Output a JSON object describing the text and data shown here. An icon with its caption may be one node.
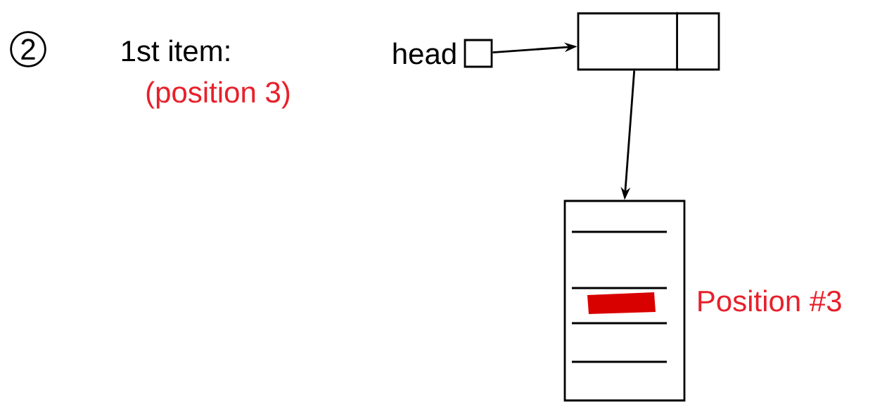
{
  "diagram": {
    "nodes": [
      {
        "text": [],
        "shape": "box",
        "beside": [
          "head"
        ]
      },
      {
        "text": [],
        "shape": "box"
      },
      {
        "text": [],
        "shape": "box",
        "beside": [
          "Position #3"
        ]
      }
    ],
    "edges": [
      {
        "from": 0,
        "to": 1,
        "arrow": "to"
      },
      {
        "from": 1,
        "to": 2,
        "arrow": "to"
      }
    ],
    "labels": [
      "2",
      "1st item:",
      "(position 3)"
    ]
  }
}
